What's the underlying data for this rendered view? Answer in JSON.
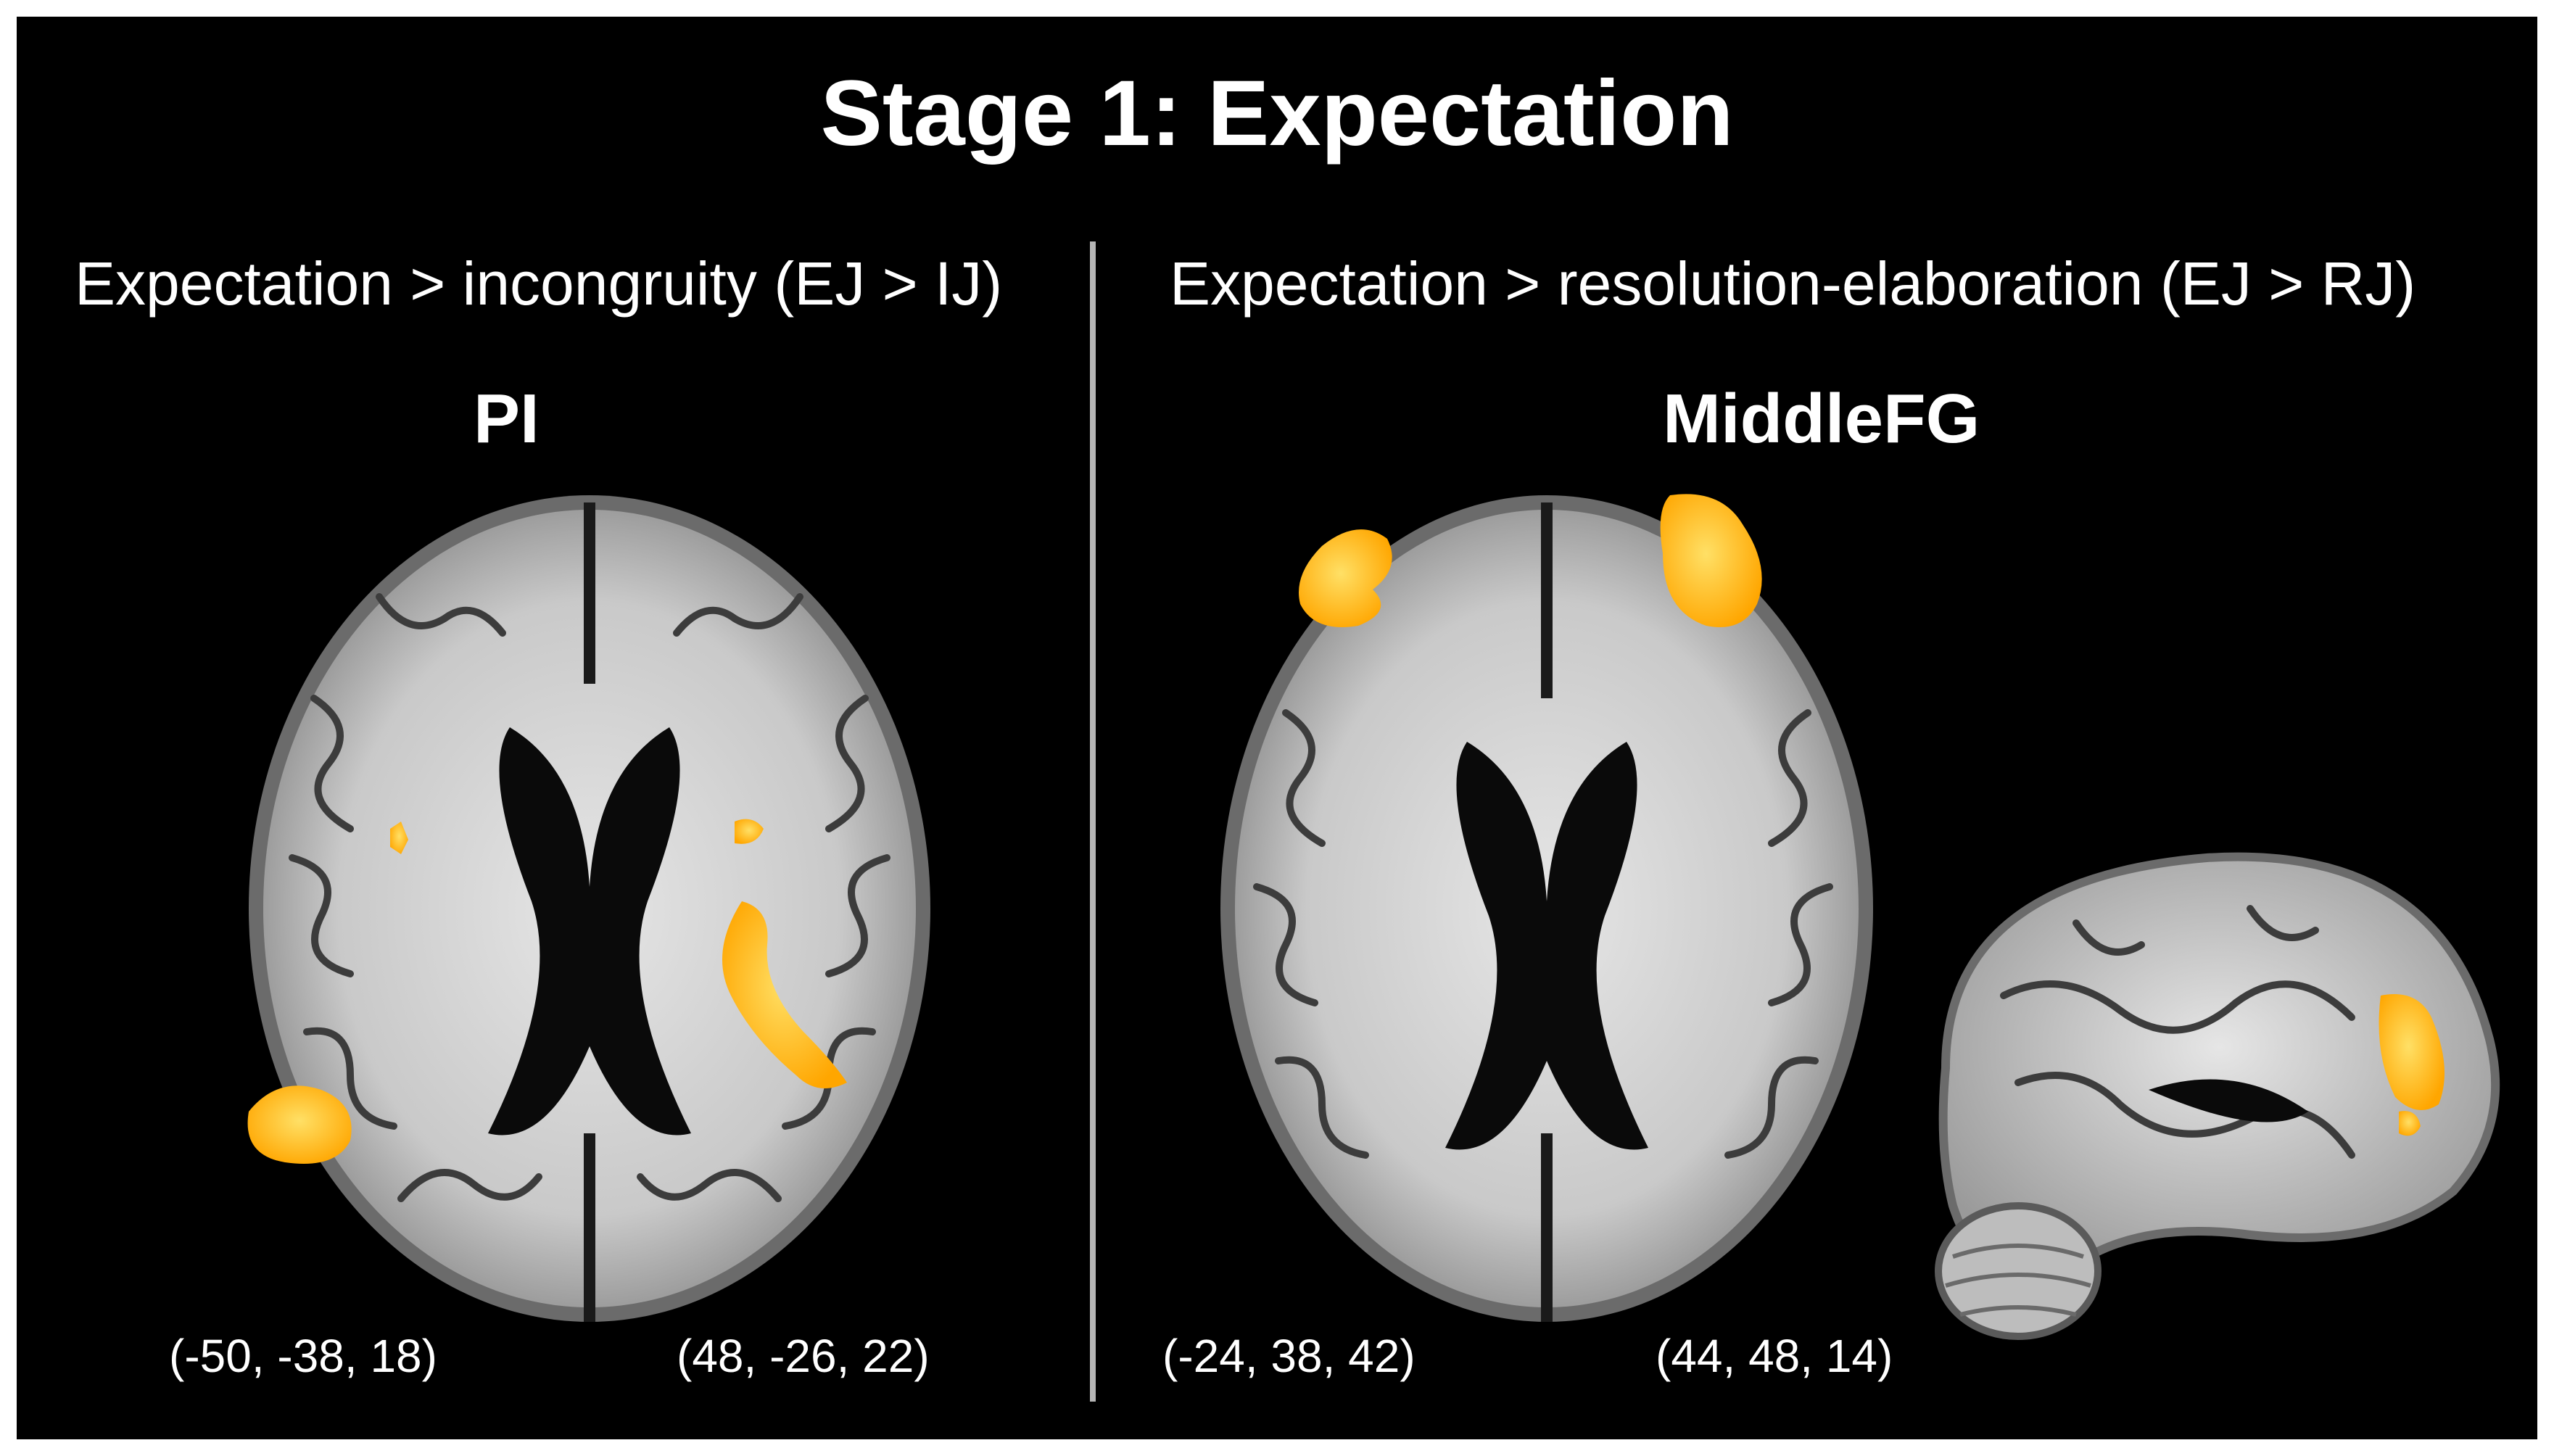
{
  "title": "Stage 1: Expectation",
  "left_panel": {
    "contrast": "Expectation > incongruity (EJ > IJ)",
    "region": "PI",
    "coordinates": [
      "(-50, -38, 18)",
      "(48, -26, 22)"
    ]
  },
  "right_panel": {
    "contrast": "Expectation > resolution-elaboration (EJ > RJ)",
    "region": "MiddleFG",
    "coordinates": [
      "(-24, 38, 42)",
      "(44, 48, 14)"
    ]
  },
  "colors": {
    "background": "#000000",
    "activation": "#ffb000",
    "divider": "#b5b5b5"
  }
}
